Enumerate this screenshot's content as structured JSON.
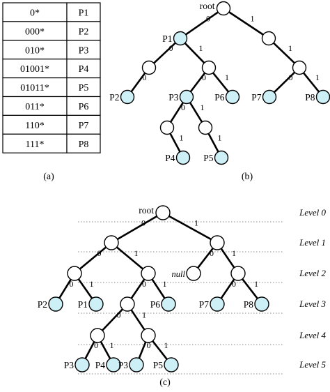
{
  "table": {
    "rows": [
      {
        "prefix": "0*",
        "name": "P1"
      },
      {
        "prefix": "000*",
        "name": "P2"
      },
      {
        "prefix": "010*",
        "name": "P3"
      },
      {
        "prefix": "01001*",
        "name": "P4"
      },
      {
        "prefix": "01011*",
        "name": "P5"
      },
      {
        "prefix": "011*",
        "name": "P6"
      },
      {
        "prefix": "110*",
        "name": "P7"
      },
      {
        "prefix": "111*",
        "name": "P8"
      }
    ]
  },
  "captions": {
    "a": "(a)",
    "b": "(b)",
    "c": "(c)"
  },
  "trie_b": {
    "nodes": [
      {
        "id": "root",
        "label": "root",
        "prefix": false
      },
      {
        "id": "n0",
        "label": "P1",
        "prefix": true
      },
      {
        "id": "n1",
        "label": "",
        "prefix": false
      },
      {
        "id": "n00",
        "label": "",
        "prefix": false
      },
      {
        "id": "n01",
        "label": "",
        "prefix": false
      },
      {
        "id": "n11",
        "label": "",
        "prefix": false
      },
      {
        "id": "n000",
        "label": "P2",
        "prefix": true
      },
      {
        "id": "n010",
        "label": "P3",
        "prefix": true
      },
      {
        "id": "n011",
        "label": "P6",
        "prefix": true
      },
      {
        "id": "n110",
        "label": "P7",
        "prefix": true
      },
      {
        "id": "n111",
        "label": "P8",
        "prefix": true
      },
      {
        "id": "n0100",
        "label": "",
        "prefix": false
      },
      {
        "id": "n0101",
        "label": "",
        "prefix": false
      },
      {
        "id": "n01001",
        "label": "P4",
        "prefix": true
      },
      {
        "id": "n01011",
        "label": "P5",
        "prefix": true
      }
    ],
    "edges": [
      {
        "from": "root",
        "to": "n0",
        "bit": "0"
      },
      {
        "from": "root",
        "to": "n1",
        "bit": "1"
      },
      {
        "from": "n0",
        "to": "n00",
        "bit": "0"
      },
      {
        "from": "n0",
        "to": "n01",
        "bit": "1"
      },
      {
        "from": "n1",
        "to": "n11",
        "bit": "1"
      },
      {
        "from": "n00",
        "to": "n000",
        "bit": "0"
      },
      {
        "from": "n01",
        "to": "n010",
        "bit": "0"
      },
      {
        "from": "n01",
        "to": "n011",
        "bit": "1"
      },
      {
        "from": "n11",
        "to": "n110",
        "bit": "0"
      },
      {
        "from": "n11",
        "to": "n111",
        "bit": "1"
      },
      {
        "from": "n010",
        "to": "n0100",
        "bit": "0"
      },
      {
        "from": "n010",
        "to": "n0101",
        "bit": "1"
      },
      {
        "from": "n0100",
        "to": "n01001",
        "bit": "1"
      },
      {
        "from": "n0101",
        "to": "n01011",
        "bit": "1"
      }
    ]
  },
  "trie_c": {
    "levels": [
      "Level 0",
      "Level 1",
      "Level 2",
      "Level 3",
      "Level 4",
      "Level 5"
    ],
    "nodes": [
      {
        "id": "root",
        "label": "root",
        "prefix": false
      },
      {
        "id": "a",
        "label": "",
        "prefix": false
      },
      {
        "id": "b",
        "label": "",
        "prefix": false
      },
      {
        "id": "a0",
        "label": "",
        "prefix": false
      },
      {
        "id": "a1",
        "label": "",
        "prefix": false
      },
      {
        "id": "b0",
        "label": "null",
        "prefix": false
      },
      {
        "id": "b1",
        "label": "",
        "prefix": false
      },
      {
        "id": "p2",
        "label": "P2",
        "prefix": true
      },
      {
        "id": "p1",
        "label": "P1",
        "prefix": true
      },
      {
        "id": "a10",
        "label": "",
        "prefix": false
      },
      {
        "id": "p6",
        "label": "P6",
        "prefix": true
      },
      {
        "id": "p7",
        "label": "P7",
        "prefix": true
      },
      {
        "id": "p8",
        "label": "P8",
        "prefix": true
      },
      {
        "id": "d0",
        "label": "",
        "prefix": false
      },
      {
        "id": "d1",
        "label": "",
        "prefix": false
      },
      {
        "id": "p3a",
        "label": "P3",
        "prefix": true
      },
      {
        "id": "p4",
        "label": "P4",
        "prefix": true
      },
      {
        "id": "p3b",
        "label": "P3",
        "prefix": true
      },
      {
        "id": "p5",
        "label": "P5",
        "prefix": true
      }
    ],
    "edges": [
      {
        "from": "root",
        "to": "a",
        "bit": "0"
      },
      {
        "from": "root",
        "to": "b",
        "bit": "1"
      },
      {
        "from": "a",
        "to": "a0",
        "bit": "0"
      },
      {
        "from": "a",
        "to": "a1",
        "bit": "1"
      },
      {
        "from": "b",
        "to": "b0",
        "bit": "0"
      },
      {
        "from": "b",
        "to": "b1",
        "bit": "1"
      },
      {
        "from": "a0",
        "to": "p2",
        "bit": "0"
      },
      {
        "from": "a0",
        "to": "p1",
        "bit": "1"
      },
      {
        "from": "a1",
        "to": "a10",
        "bit": "0"
      },
      {
        "from": "a1",
        "to": "p6",
        "bit": "1"
      },
      {
        "from": "b1",
        "to": "p7",
        "bit": "0"
      },
      {
        "from": "b1",
        "to": "p8",
        "bit": "1"
      },
      {
        "from": "a10",
        "to": "d0",
        "bit": "0"
      },
      {
        "from": "a10",
        "to": "d1",
        "bit": "1"
      },
      {
        "from": "d0",
        "to": "p3a",
        "bit": "0"
      },
      {
        "from": "d0",
        "to": "p4",
        "bit": "1"
      },
      {
        "from": "d1",
        "to": "p3b",
        "bit": "0"
      },
      {
        "from": "d1",
        "to": "p5",
        "bit": "1"
      }
    ]
  }
}
